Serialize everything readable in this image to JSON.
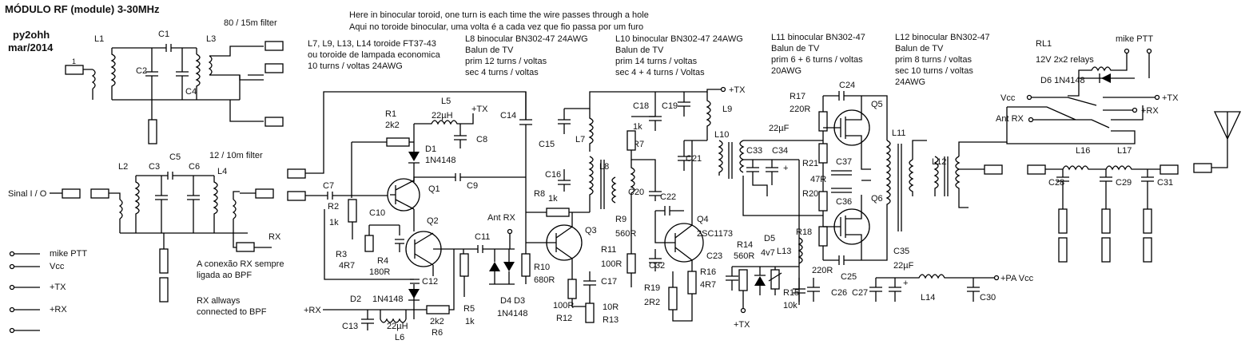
{
  "title": "MÓDULO RF (module)   3-30MHz",
  "author": "py2ohh",
  "date": "mar/2014",
  "notes": {
    "binocular_en": "Here in  binocular toroid, one turn is each time the wire passes through a hole",
    "binocular_pt": "Aqui no toroide binocular, uma volta é a cada vez que fio passa por um furo",
    "toroid_line1": "L7, L9, L13, L14 toroide FT37-43",
    "toroid_line2": "ou toroide de lampada economica",
    "toroid_line3": "10 turns / voltas 24AWG",
    "l8_line1": "L8 binocular BN302-47 24AWG",
    "l8_line2": "Balun de TV",
    "l8_line3": "prim 12 turns  / voltas",
    "l8_line4": "sec 4 turns / voltas",
    "l10_line1": "L10 binocular BN302-47 24AWG",
    "l10_line2": "Balun de TV",
    "l10_line3": "prim 14 turns / voltas",
    "l10_line4": "sec 4 + 4 turns / Voltas",
    "l11_line1": "L11 binocular BN302-47",
    "l11_line2": "Balun de TV",
    "l11_line3": "prim 6 + 6 turns  / voltas",
    "l11_line4": "20AWG",
    "l12_line1": "L12 binocular BN302-47",
    "l12_line2": "Balun de TV",
    "l12_line3": "prim 8 turns  / voltas",
    "l12_line4": "sec 10 turns / voltas",
    "l12_line5": "24AWG",
    "filter_80": "80 / 15m filter",
    "filter_12": "12 / 10m filter",
    "rx_pt1": "A conexão RX sempre",
    "rx_pt2": " ligada ao BPF",
    "rx_en1": "RX allways",
    "rx_en2": "connected to BPF"
  },
  "connectors": {
    "sinal": "Sinal I / O",
    "mike_ptt": "mike PTT",
    "vcc": "Vcc",
    "tx": "+TX",
    "rx": "+RX",
    "rx_label": "RX",
    "ant_rx": "Ant RX",
    "pa_vcc": "+PA Vcc",
    "pin1": "1"
  },
  "relay": {
    "name": "RL1",
    "desc": "12V 2x2 relays",
    "mike_ptt": "mike PTT",
    "d6": "D6   1N4148",
    "vcc": "Vcc",
    "tx": "+TX",
    "rx": "+RX",
    "ant_rx": "Ant RX"
  },
  "labels": {
    "L1": "L1",
    "L2": "L2",
    "L3": "L3",
    "L4": "L4",
    "L5": "L5",
    "L6": "L6",
    "L7": "L7",
    "L8": "L8",
    "L9": "L9",
    "L10": "L10",
    "L11": "L11",
    "L12": "L12",
    "L13": "L13",
    "L14": "L14",
    "L16": "L16",
    "L17": "L17",
    "C1": "C1",
    "C2": "C2",
    "C3": "C3",
    "C4": "C4",
    "C5": "C5",
    "C6": "C6",
    "C7": "C7",
    "C8": "C8",
    "C9": "C9",
    "C10": "C10",
    "C11": "C11",
    "C12": "C12",
    "C13": "C13",
    "C14": "C14",
    "C15": "C15",
    "C16": "C16",
    "C17": "C17",
    "C18": "C18",
    "C19": "C19",
    "C20": "C20",
    "C21": "C21",
    "C22": "C22",
    "C23": "C23",
    "C24": "C24",
    "C25": "C25",
    "C26": "C26",
    "C27": "C27",
    "C28": "C28",
    "C29": "C29",
    "C30": "C30",
    "C31": "C31",
    "C32": "C32",
    "C33": "C33",
    "C34": "C34",
    "C35": "C35",
    "C36": "C36",
    "C37": "C37",
    "R1": "R1",
    "R1v": "2k2",
    "R2": "R2",
    "R2v": "1k",
    "R3": "R3",
    "R3v": "4R7",
    "R4": "R4",
    "R4v": "180R",
    "R5": "R5",
    "R5v": "1k",
    "R6": "R6",
    "R6v": "2k2",
    "R7": "R7",
    "R7v": "1k",
    "R8": "R8",
    "R8v": "1k",
    "R9": "R9",
    "R9v": "560R",
    "R10": "R10",
    "R10v": "680R",
    "R11": "R11",
    "R11v": "100R",
    "R12": "R12",
    "R12v": "100R",
    "R13": "R13",
    "R13v": "10R",
    "R14": "R14",
    "R14v": "560R",
    "R15": "R15",
    "R15v": "10k",
    "R16": "R16",
    "R16v": "4R7",
    "R17": "R17",
    "R17v": "220R",
    "R18": "R18",
    "R18v": "220R",
    "R19": "R19",
    "R19v": "2R2",
    "R20": "R20",
    "R21": "R21",
    "R21v": "47R",
    "Q1": "Q1",
    "Q2": "Q2",
    "Q3": "Q3",
    "Q4": "Q4",
    "Q4v": "2SC1173",
    "Q5": "Q5",
    "Q6": "Q6",
    "D1": "D1",
    "D1v": "1N4148",
    "D2": "D2",
    "D2v": "1N4148",
    "D3": "D4  D3",
    "D3v": "1N4148",
    "D5": "D5",
    "D5v": "4v7",
    "uH22": "22µH",
    "uF22a": "22µF",
    "uF22b": "22µF",
    "ant_rx_mid": "Ant RX",
    "plus_tx": "+TX",
    "plus": "+"
  }
}
